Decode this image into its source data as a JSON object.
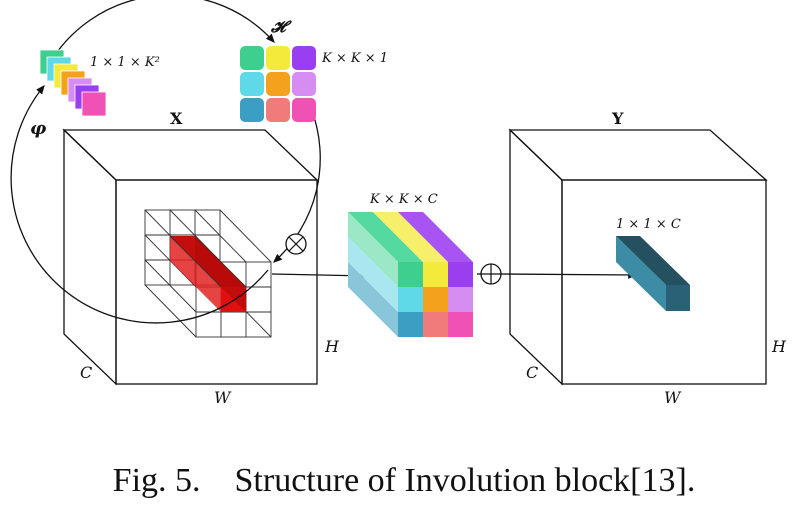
{
  "labels": {
    "phi": "φ",
    "h": "𝓗",
    "kernel_gen": "1 × 1 × K²",
    "kernel_shape": "K × K × 1",
    "input_name": "X",
    "output_name": "Y",
    "mid_shape": "K × K × C",
    "out_shape": "1 × 1 × C",
    "c_in": "C",
    "h_in": "H",
    "w_in": "W",
    "c_out": "C",
    "h_out": "H",
    "w_out": "W",
    "otimes": "⊗",
    "oplus": "⊕"
  },
  "caption": "Fig. 5.    Structure of Involution block[13].",
  "colors": {
    "kernel_grid": [
      "#3ecf8e",
      "#f4ea3b",
      "#9a3ff0",
      "#5fd8e8",
      "#f4a11e",
      "#d68df2",
      "#3a9fc3",
      "#f07b7b",
      "#ef52b4"
    ],
    "stack_layers": [
      "#3ecf8e",
      "#5fd8e8",
      "#f4ea3b",
      "#f4a11e",
      "#d68df2",
      "#9a3ff0",
      "#ef52b4"
    ],
    "highlight": "#e01010",
    "output_bar": "#2e6f85"
  }
}
